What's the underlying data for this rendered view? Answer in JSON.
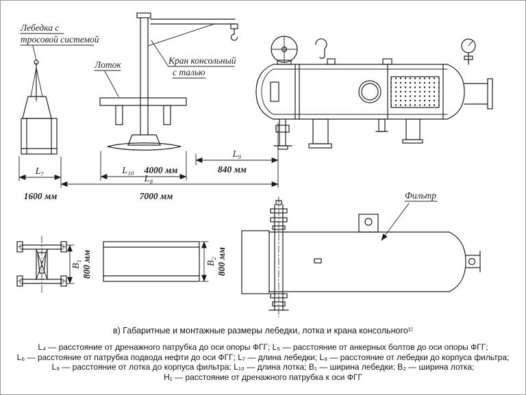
{
  "colors": {
    "line": "#1c1c1c",
    "background": "#ffffff"
  },
  "labels": {
    "winch_line1": "Лебедка с",
    "winch_line2": "тросовой системой",
    "tray": "Лоток",
    "crane_line1": "Кран консольный",
    "crane_line2": "с талью",
    "filter": "Фильтр"
  },
  "dimensions": {
    "l7": {
      "symbol": "L₇",
      "value": "1600 мм"
    },
    "l8": {
      "symbol": "L₈",
      "value": "7000 мм"
    },
    "l9": {
      "symbol": "L₉",
      "value": "840 мм"
    },
    "l10": {
      "symbol": "L₁₀",
      "value": "4000 мм"
    },
    "b1": {
      "symbol": "B₁",
      "value": "800 мм"
    },
    "b2": {
      "symbol": "B₂",
      "value": "800 мм"
    }
  },
  "caption": "в) Габаритные и монтажные размеры лебедки, лотка и крана консольного¹⁾",
  "legend": [
    "L₄ — расстояние от дренажного патрубка до оси опоры ФГГ; L₅ — расстояние от анкерных болтов до оси опоры ФГГ;",
    "L₆ — расстояние от патрубка подвода нефти до оси ФГГ; L₇ — длина лебедки; L₈ — расстояние от лебедки до корпуса фильтра;",
    "L₉ — расстояние от лотка до корпуса фильтра; L₁₀ — длина лотка; B₁ — ширина лебедки; B₂ — ширина лотка;",
    "H₁ — расстояние от дренажного патрубка к оси ФГГ"
  ]
}
